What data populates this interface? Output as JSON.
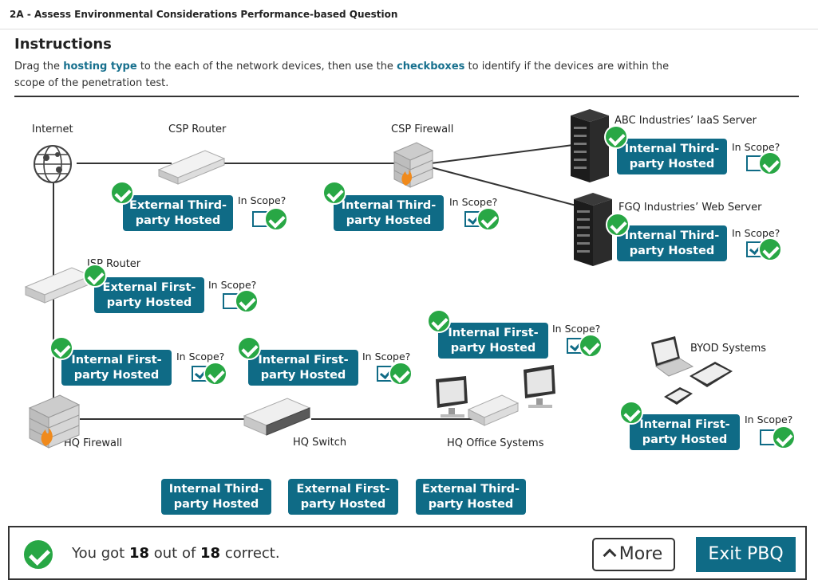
{
  "header": {
    "title": "2A - Assess Environmental Considerations Performance-based Question"
  },
  "instructions": {
    "heading": "Instructions",
    "text_1": "Drag the ",
    "hosting_type": "hosting type",
    "text_2": " to the each of the network devices, then use the ",
    "checkboxes": "checkboxes",
    "text_3": " to identify if the devices are within the scope of the penetration test."
  },
  "devices": {
    "internet": "Internet",
    "csp_router": "CSP Router",
    "csp_firewall": "CSP Firewall",
    "abc_server": "ABC Industries’ IaaS Server",
    "fgq_server": "FGQ Industries’ Web Server",
    "isp_router": "ISP Router",
    "byod": "BYOD Systems",
    "hq_firewall": "HQ Firewall",
    "hq_switch": "HQ Switch",
    "hq_office": "HQ Office Systems"
  },
  "scope_label": "In Scope?",
  "placed": [
    {
      "line1": "External Third-",
      "line2": "party Hosted",
      "in_scope": false
    },
    {
      "line1": "Internal Third-",
      "line2": "party Hosted",
      "in_scope": true
    },
    {
      "line1": "Internal Third-",
      "line2": "party Hosted",
      "in_scope": false
    },
    {
      "line1": "Internal Third-",
      "line2": "party Hosted",
      "in_scope": true
    },
    {
      "line1": "External First-",
      "line2": "party Hosted",
      "in_scope": false
    },
    {
      "line1": "Internal First-",
      "line2": "party Hosted",
      "in_scope": true
    },
    {
      "line1": "Internal First-",
      "line2": "party Hosted",
      "in_scope": true
    },
    {
      "line1": "Internal First-",
      "line2": "party Hosted",
      "in_scope": true
    },
    {
      "line1": "Internal First-",
      "line2": "party Hosted",
      "in_scope": false
    }
  ],
  "bank": [
    {
      "line1": "Internal Third-",
      "line2": "party Hosted"
    },
    {
      "line1": "External First-",
      "line2": "party Hosted"
    },
    {
      "line1": "External Third-",
      "line2": "party Hosted"
    }
  ],
  "footer": {
    "result_prefix": "You got ",
    "score": "18",
    "result_mid": " out of ",
    "total": "18",
    "result_suffix": " correct.",
    "more_label": "More",
    "exit_label": "Exit PBQ"
  },
  "colors": {
    "accent": "#0f6b86",
    "success": "#28a745"
  },
  "icons": [
    "globe-icon",
    "router-icon",
    "firewall-icon",
    "server-rack-icon",
    "switch-icon",
    "desktop-icon",
    "laptop-icon",
    "tablet-icon",
    "phone-icon",
    "checkmark-icon",
    "chevron-up-icon"
  ]
}
